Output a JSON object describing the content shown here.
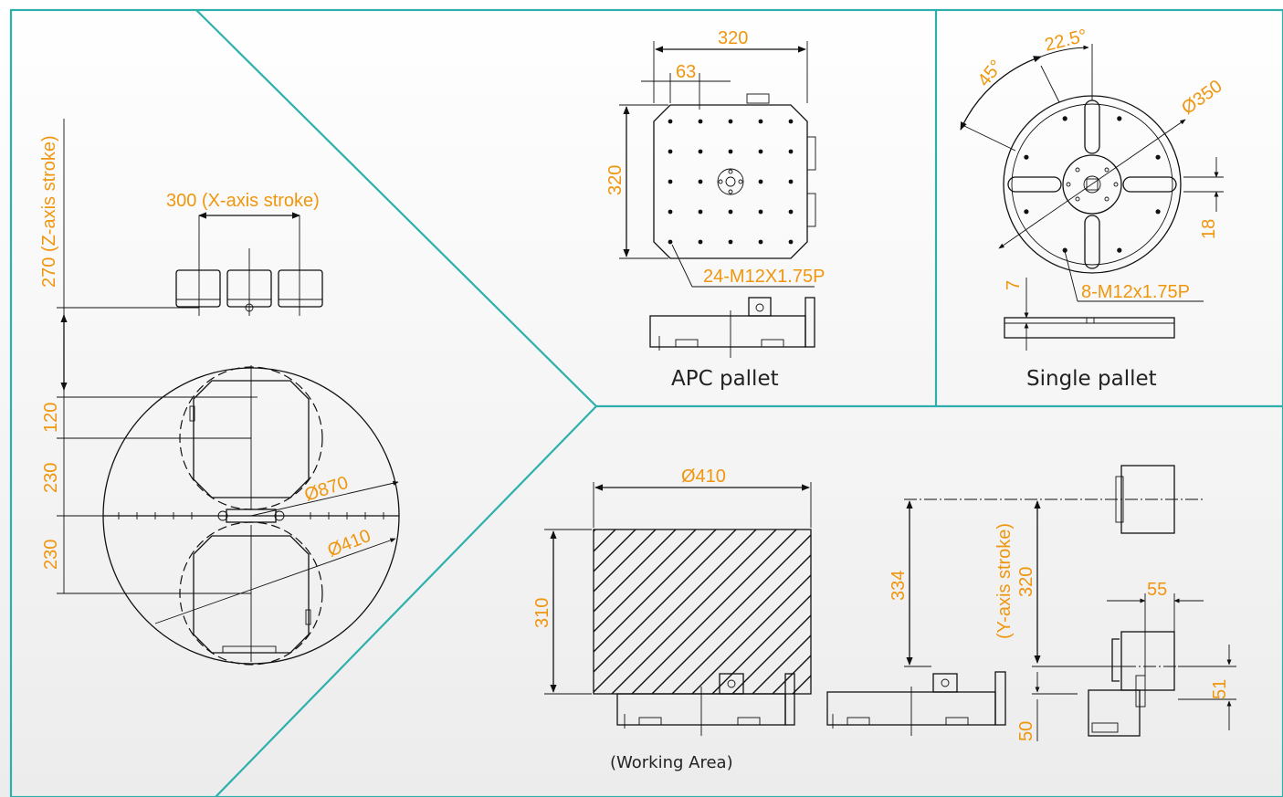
{
  "colors": {
    "accent": "#f0960e",
    "border": "#2db0ac",
    "line": "#111111"
  },
  "captions": {
    "apc_pallet": "APC pallet",
    "single_pallet": "Single pallet",
    "working_area": "(Working Area)"
  },
  "left": {
    "x_stroke": "300 (X-axis stroke)",
    "z_stroke": "270 (Z-axis stroke)",
    "dim_120": "120",
    "dim_230_top": "230",
    "dim_230_bottom": "230",
    "dia_870": "Ø870",
    "dia_410": "Ø410"
  },
  "apc": {
    "width": "320",
    "height": "320",
    "pitch": "63",
    "thread": "24-M12X1.75P"
  },
  "single": {
    "angle_45": "45°",
    "angle_22": "22.5°",
    "dia_350": "Ø350",
    "slot_18": "18",
    "dim_7": "7",
    "thread": "8-M12x1.75P"
  },
  "work": {
    "dia_410": "Ø410",
    "height_310": "310",
    "dim_334": "334",
    "y_stroke": "(Y-axis stroke)",
    "dim_320": "320",
    "dim_55": "55",
    "dim_51": "51",
    "dim_50": "50"
  }
}
